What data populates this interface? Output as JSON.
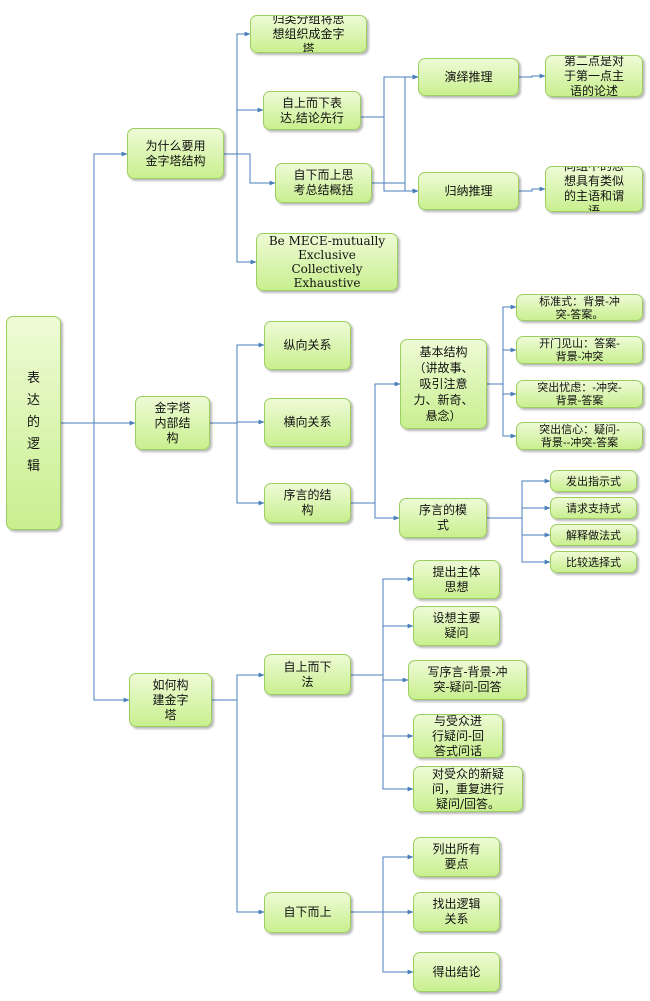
{
  "mindmap": {
    "root": "表\n达\n的\n逻\n辑",
    "why": {
      "label": "为什么要用\n金字塔结构",
      "group": "归类分组将思\n想组织成金字\n塔",
      "topdown": "自上而下表\n达,结论先行",
      "bottomup": "自下而上思\n考总结概括",
      "mece": "Be MECE-mutually\nExclusive\nCollectively\nExhaustive",
      "deduction": "演绎推理",
      "deduction_note": "第二点是对\n于第一点主\n语的论述",
      "induction": "归纳推理",
      "induction_note": "同组中的思\n想具有类似\n的主语和谓\n语"
    },
    "inner": {
      "label": "金字塔\n内部结\n构",
      "vertical": "纵向关系",
      "horizontal": "横向关系",
      "preface": "序言的结\n构",
      "basic": "基本结构\n（讲故事、\n吸引注意\n力、新奇、\n悬念）",
      "basic_items": [
        "标准式：背景-冲\n突-答案。",
        "开门见山：答案-\n背景-冲突",
        "突出忧虑：-冲突-\n背景-答案",
        "突出信心：疑问-\n背景--冲突-答案"
      ],
      "pattern": "序言的模\n式",
      "pattern_items": [
        "发出指示式",
        "请求支持式",
        "解释做法式",
        "比较选择式"
      ]
    },
    "build": {
      "label": "如何构\n建金字\n塔",
      "topdown": "自上而下\n法",
      "topdown_items": [
        "提出主体\n思想",
        "设想主要\n疑问",
        "写序言-背景-冲\n突-疑问-回答",
        "与受众进\n行疑问-回\n答式问话",
        "对受众的新疑\n问，重复进行\n疑问/回答。"
      ],
      "bottomup": "自下而上",
      "bottomup_items": [
        "列出所有\n要点",
        "找出逻辑\n关系",
        "得出结论"
      ]
    }
  }
}
